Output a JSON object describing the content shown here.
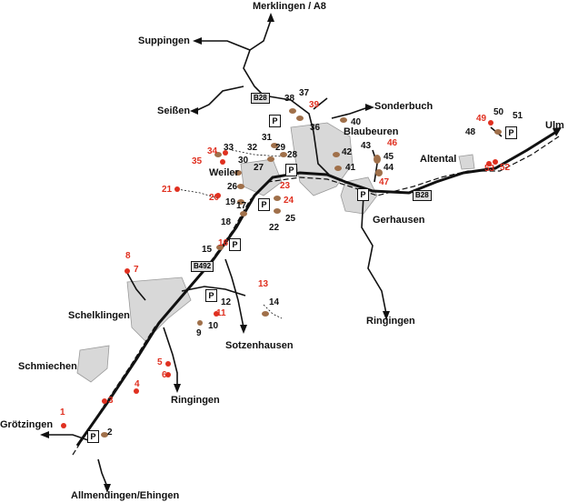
{
  "places": {
    "merklingen": "Merklingen / A8",
    "suppingen": "Suppingen",
    "seissen": "Seißen",
    "sonderbuch": "Sonderbuch",
    "blaubeuren": "Blaubeuren",
    "ulm": "Ulm",
    "altental": "Altental",
    "weiler": "Weiler",
    "gerhausen": "Gerhausen",
    "ringingen_east": "Ringingen",
    "schelklingen": "Schelklingen",
    "sotzenhausen": "Sotzenhausen",
    "schmiechen": "Schmiechen",
    "ringingen_south": "Ringingen",
    "groetzingen": "Grötzingen",
    "allmendingen": "Allmendingen/Ehingen"
  },
  "roads": {
    "b28_north": "B28",
    "b28_east": "B28",
    "b492": "B492"
  },
  "parking_label": "P",
  "sites_red": [
    "1",
    "3",
    "4",
    "5",
    "6",
    "7",
    "8",
    "11",
    "13",
    "16",
    "20",
    "21",
    "23",
    "24",
    "34",
    "35",
    "39",
    "46",
    "47",
    "49",
    "52",
    "53"
  ],
  "sites_black": [
    "2",
    "9",
    "10",
    "12",
    "14",
    "15",
    "17",
    "18",
    "19",
    "22",
    "25",
    "26",
    "27",
    "28",
    "29",
    "30",
    "31",
    "32",
    "33",
    "36",
    "37",
    "38",
    "40",
    "41",
    "42",
    "43",
    "44",
    "45",
    "48",
    "50",
    "51"
  ],
  "colors": {
    "red_site": "#e03020",
    "brown_site": "#a0704a",
    "settlement": "#d6d6d6"
  }
}
